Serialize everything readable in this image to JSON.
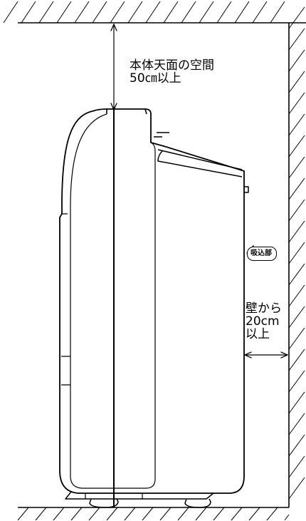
{
  "labels": {
    "top_clearance": [
      "本体天面の空間",
      "50㎝以上"
    ],
    "side_clearance": [
      "壁から",
      "20cm",
      "以上"
    ],
    "intake": "吸込部"
  }
}
